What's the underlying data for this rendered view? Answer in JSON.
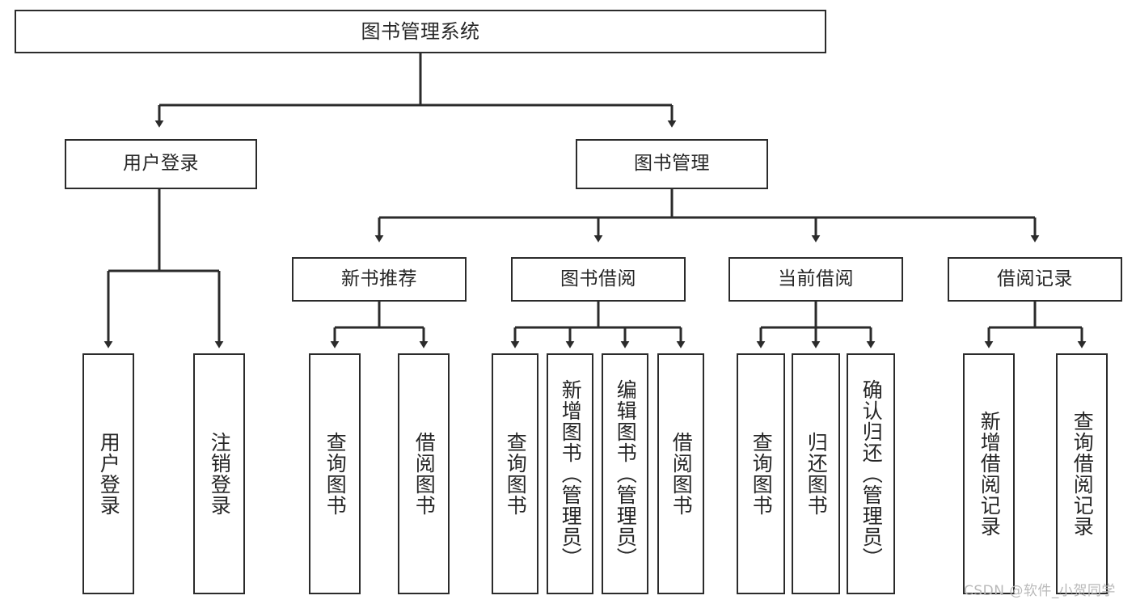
{
  "diagram": {
    "title": "图书管理系统",
    "watermark": "CSDN @软件_小贺同学",
    "accent_color": "#2b2b2b",
    "background_color": "#ffffff",
    "nodes": {
      "root": "图书管理系统",
      "level2": {
        "user_login": "用户登录",
        "book_management": "图书管理"
      },
      "level3": {
        "new_book_recommend": "新书推荐",
        "book_borrow": "图书借阅",
        "current_borrow": "当前借阅",
        "borrow_record": "借阅记录"
      },
      "leaves": {
        "user_login_1": "用户登录",
        "user_login_2": "注销登录",
        "recommend_1": "查询图书",
        "recommend_2": "借阅图书",
        "borrow_1": "查询图书",
        "borrow_2": "新增图书（管理员）",
        "borrow_3": "编辑图书（管理员）",
        "borrow_4": "借阅图书",
        "current_1": "查询图书",
        "current_2": "归还图书",
        "current_3": "确认归还（管理员）",
        "record_1": "新增借阅记录",
        "record_2": "查询借阅记录"
      }
    }
  }
}
